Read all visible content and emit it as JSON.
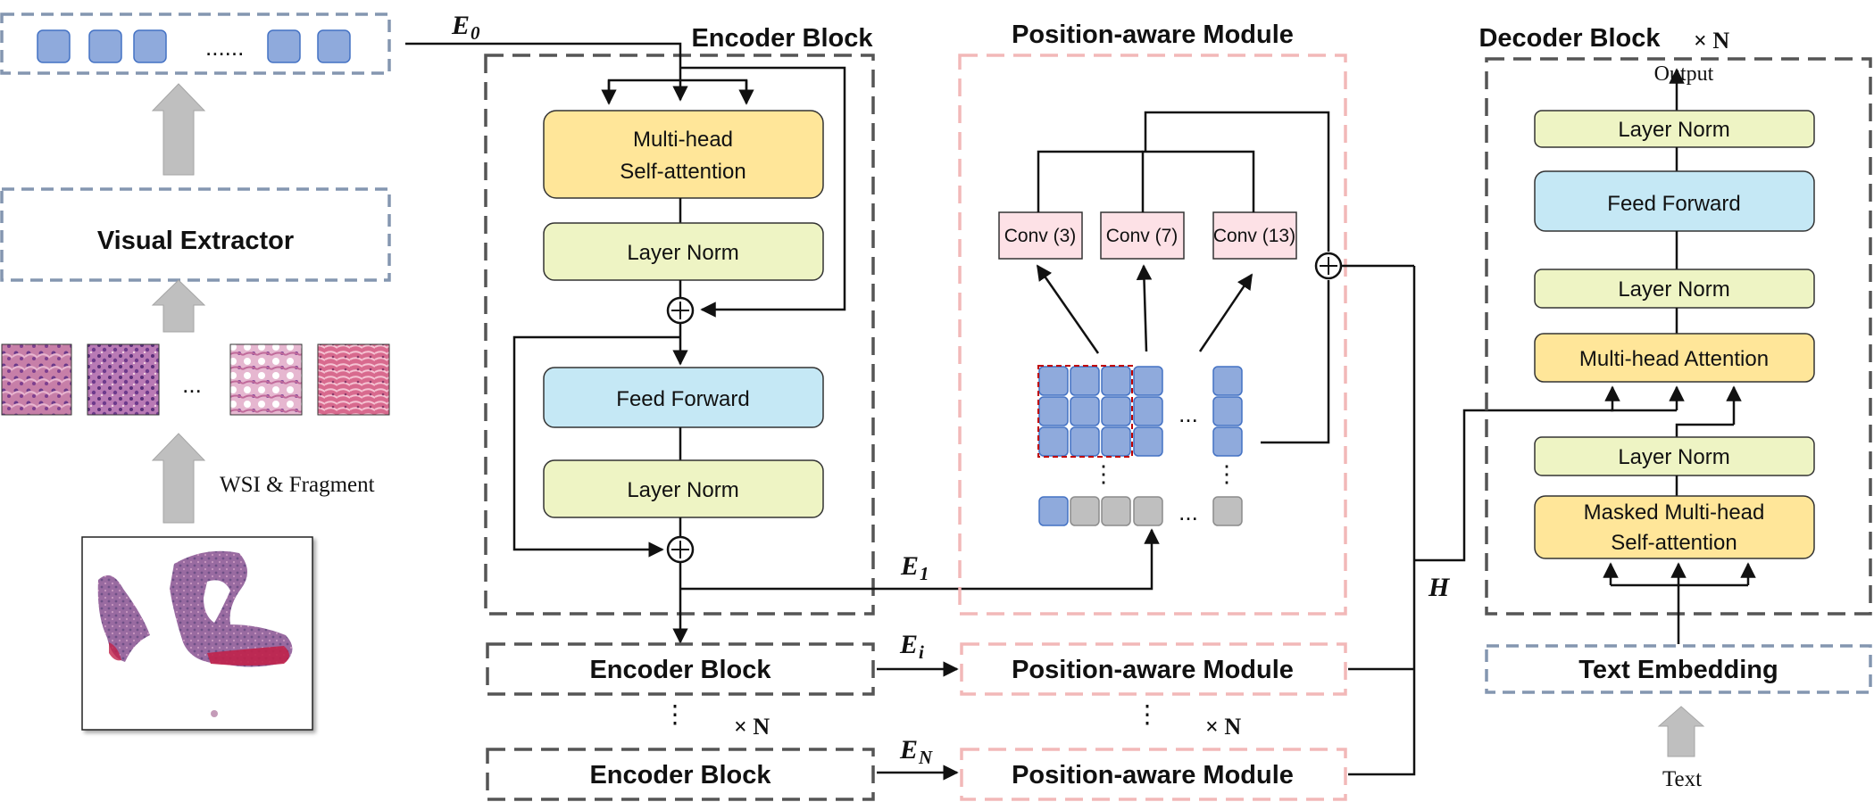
{
  "visual": {
    "ellipsis_tokens": "......",
    "ellipsis_patches": "...",
    "extractor_label": "Visual Extractor",
    "wsi_label": "WSI & Fragment"
  },
  "encoder": {
    "title": "Encoder Block",
    "attention": [
      "Multi-head",
      "Self-attention"
    ],
    "layer_norm_1": "Layer Norm",
    "feed_forward": "Feed Forward",
    "layer_norm_2": "Layer Norm",
    "stack_block_1": "Encoder Block",
    "stack_block_n": "Encoder Block",
    "vdots": "⋮",
    "repeat": "× N"
  },
  "position_module": {
    "title": "Position-aware Module",
    "conv": [
      "Conv (3)",
      "Conv (7)",
      "Conv (13)"
    ],
    "grid_ellipsis": "...",
    "vdots": "⋮",
    "stack_module_1": "Position-aware Module",
    "stack_module_n": "Position-aware Module",
    "repeat": "× N"
  },
  "decoder": {
    "title": "Decoder Block",
    "repeat": "× N",
    "output": "Output",
    "layer_norm_top": "Layer Norm",
    "feed_forward": "Feed Forward",
    "layer_norm_mid": "Layer Norm",
    "attention": "Multi-head Attention",
    "layer_norm_low": "Layer Norm",
    "masked_attention": [
      "Masked Multi-head",
      "Self-attention"
    ],
    "text_embedding": "Text Embedding",
    "text": "Text"
  },
  "symbols": {
    "E0": "E",
    "E0_sub": "0",
    "E1": "E",
    "E1_sub": "1",
    "Ei": "E",
    "Ei_sub": "i",
    "EN": "E",
    "EN_sub": "N",
    "H": "H"
  },
  "colors": {
    "token_blue": "#8faadc",
    "token_border": "#4472c4",
    "yellow_box": "#ffe699",
    "green_box": "#eef4c4",
    "blue_box": "#c5e8f5",
    "pink_box": "#fde1e6",
    "gray_dash": "#555555",
    "blue_dash": "#8496b0",
    "pink_dash": "#f2b8b8",
    "arrow_gray": "#bfbfbf"
  }
}
